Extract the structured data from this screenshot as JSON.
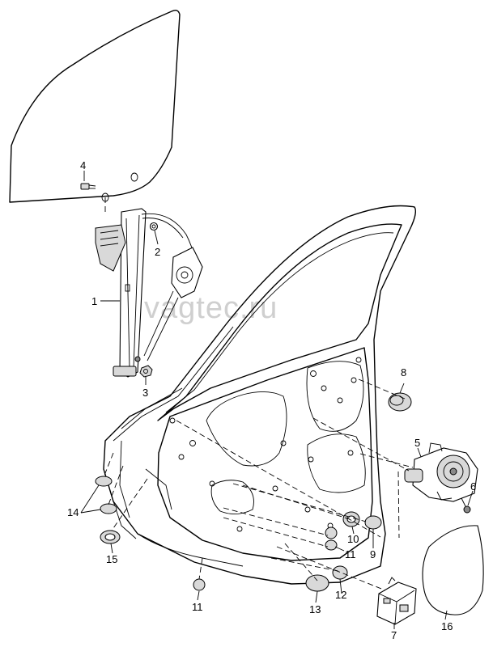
{
  "watermark": "vagtec.ru",
  "callouts": {
    "c1": "1",
    "c2": "2",
    "c3": "3",
    "c4": "4",
    "c5": "5",
    "c6": "6",
    "c7": "7",
    "c8": "8",
    "c9": "9",
    "c10": "10",
    "c11a": "11",
    "c11b": "11",
    "c12": "12",
    "c13": "13",
    "c14": "14",
    "c15": "15",
    "c16": "16"
  }
}
